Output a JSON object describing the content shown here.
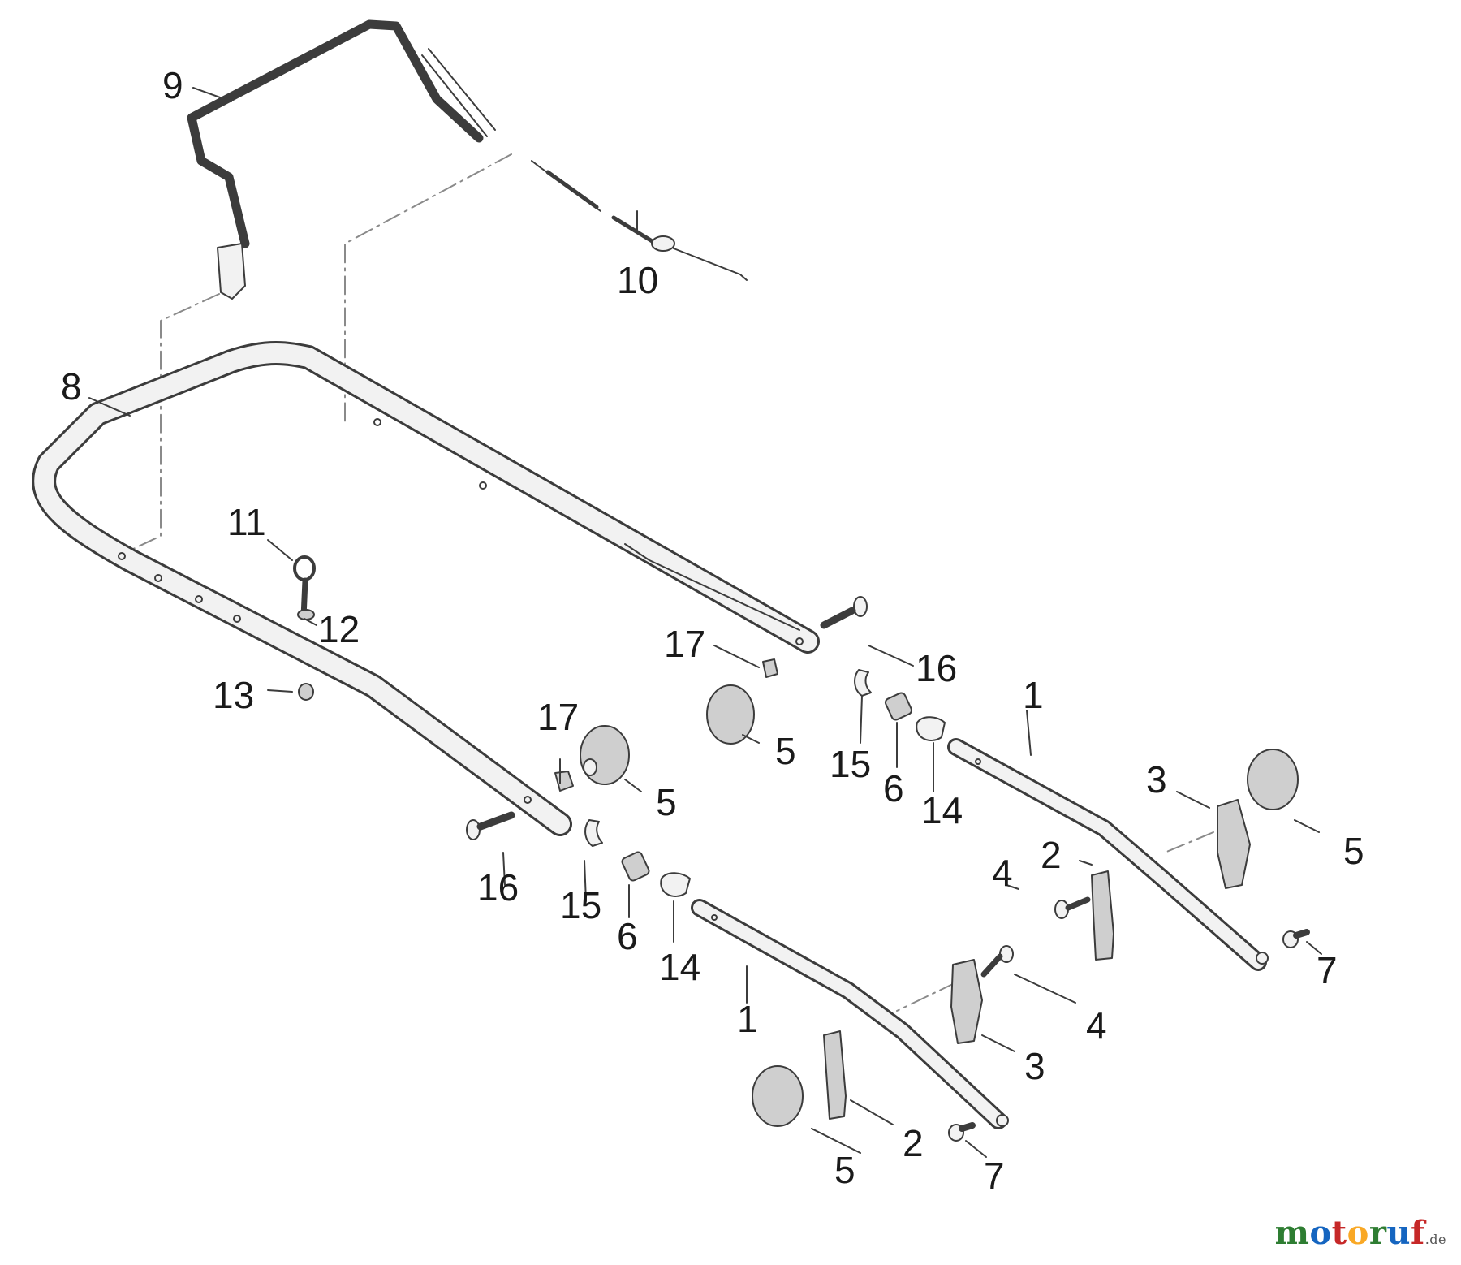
{
  "diagram": {
    "palette": {
      "ink": "#3c3c3c",
      "fill": "#f2f2f2",
      "part_fill": "#cfcfcf",
      "dash": "#8a8a8a",
      "label": "#1a1a1a"
    },
    "callouts": [
      {
        "id": "c9",
        "text": "9"
      },
      {
        "id": "c10",
        "text": "10"
      },
      {
        "id": "c8",
        "text": "8"
      },
      {
        "id": "c11",
        "text": "11"
      },
      {
        "id": "c12",
        "text": "12"
      },
      {
        "id": "c13",
        "text": "13"
      },
      {
        "id": "c17a",
        "text": "17"
      },
      {
        "id": "c16a",
        "text": "16"
      },
      {
        "id": "c1a",
        "text": "1"
      },
      {
        "id": "c5a",
        "text": "5"
      },
      {
        "id": "c15a",
        "text": "15"
      },
      {
        "id": "c6a",
        "text": "6"
      },
      {
        "id": "c14a",
        "text": "14"
      },
      {
        "id": "c3a",
        "text": "3"
      },
      {
        "id": "c5b",
        "text": "5"
      },
      {
        "id": "c17b",
        "text": "17"
      },
      {
        "id": "c5c",
        "text": "5"
      },
      {
        "id": "c4a",
        "text": "4"
      },
      {
        "id": "c2a",
        "text": "2"
      },
      {
        "id": "c16b",
        "text": "16"
      },
      {
        "id": "c15b",
        "text": "15"
      },
      {
        "id": "c6b",
        "text": "6"
      },
      {
        "id": "c14b",
        "text": "14"
      },
      {
        "id": "c7a",
        "text": "7"
      },
      {
        "id": "c1b",
        "text": "1"
      },
      {
        "id": "c4b",
        "text": "4"
      },
      {
        "id": "c3b",
        "text": "3"
      },
      {
        "id": "c5d",
        "text": "5"
      },
      {
        "id": "c2b",
        "text": "2"
      },
      {
        "id": "c7b",
        "text": "7"
      }
    ]
  },
  "brand": {
    "main": "motoruf",
    "tld": ".de",
    "colors": [
      "#2e7d32",
      "#1565c0",
      "#c62828",
      "#f9a825"
    ]
  }
}
